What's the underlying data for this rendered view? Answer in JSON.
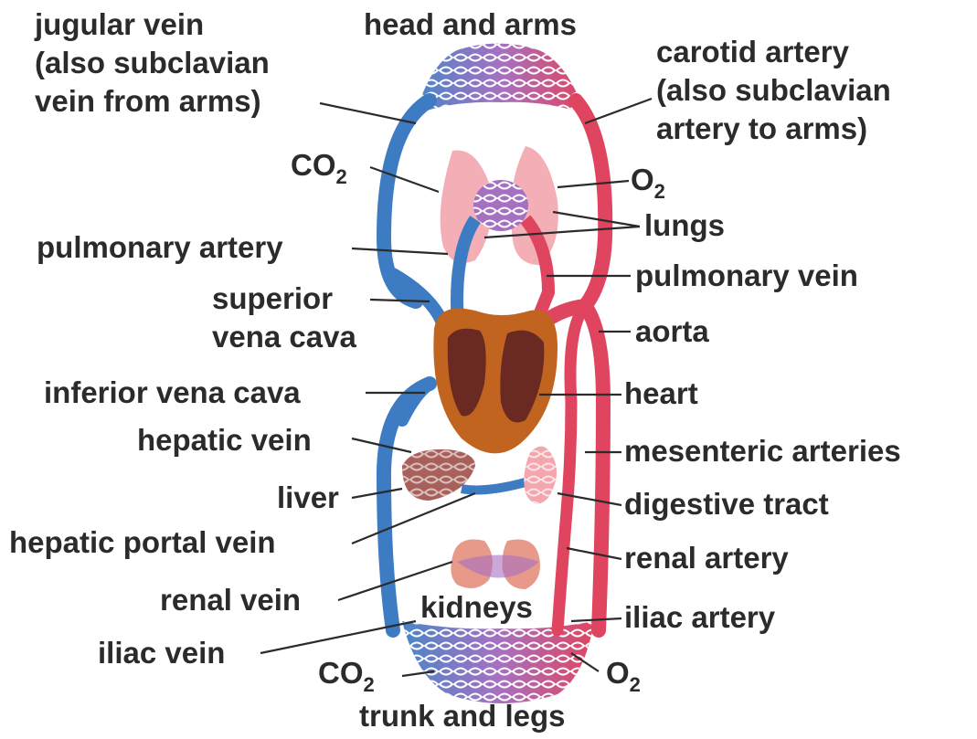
{
  "title_top": "head and arms",
  "title_bottom": "trunk and legs",
  "labels": {
    "jugular_l1": "jugular vein",
    "jugular_l2": "(also subclavian",
    "jugular_l3": "vein from arms)",
    "carotid_l1": "carotid artery",
    "carotid_l2": "(also subclavian",
    "carotid_l3": "artery to arms)",
    "co2_base": "CO",
    "o2_base": "O",
    "gas_sub": "2",
    "lungs": "lungs",
    "pulmonary_artery": "pulmonary artery",
    "pulmonary_vein": "pulmonary vein",
    "superior_l1": "superior",
    "superior_l2": "vena cava",
    "aorta": "aorta",
    "inferior_vena_cava": "inferior vena cava",
    "heart": "heart",
    "hepatic_vein": "hepatic vein",
    "mesenteric_arteries": "mesenteric arteries",
    "liver": "liver",
    "digestive_tract": "digestive tract",
    "hepatic_portal_vein": "hepatic portal vein",
    "renal_artery": "renal artery",
    "renal_vein": "renal vein",
    "kidneys": "kidneys",
    "iliac_artery": "iliac artery",
    "iliac_vein": "iliac vein"
  },
  "colors": {
    "vein": "#3d7cc2",
    "artery": "#e0455f",
    "capillary": "#a670c2",
    "organ_pink": "#f3a6ae",
    "heart_outer": "#c0641f",
    "heart_inner": "#6a2a22",
    "text": "#2b2b2b"
  }
}
